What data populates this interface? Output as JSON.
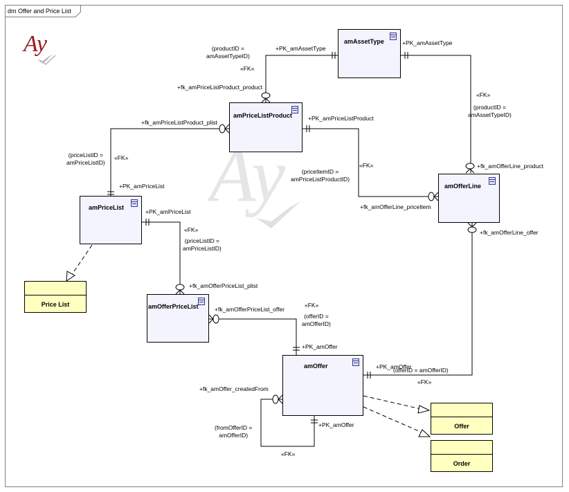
{
  "diagram": {
    "frame_title": "dm Offer and Price List",
    "logo_text": "Ay",
    "entities": {
      "amAssetType": "amAssetType",
      "amPriceListProduct": "amPriceListProduct",
      "amPriceList": "amPriceList",
      "amOfferLine": "amOfferLine",
      "amOfferPriceList": "amOfferPriceList",
      "amOffer": "amOffer"
    },
    "notes": {
      "price_list": "Price List",
      "offer": "Offer",
      "order": "Order"
    },
    "labels": {
      "l1": "(productID =\namAssetTypeID)",
      "l2": "«FK»",
      "l3": "+PK_amAssetType",
      "l4": "+PK_amAssetType",
      "l5": "+fk_amPriceListProduct_product",
      "l6": "«FK»",
      "l7": "(productID =\namAssetTypeID)",
      "l8": "+fk_amPriceListProduct_plist",
      "l9": "+PK_amPriceListProduct",
      "l10": "(priceListID =\namPriceListID)",
      "l11": "«FK»",
      "l12": "+PK_amPriceList",
      "l13": "«FK»",
      "l14": "(priceItemID =\namPriceListProductID)",
      "l15": "+fk_amOfferLine_product",
      "l16": "+PK_amPriceList",
      "l17": "+fk_amOfferLine_priceItem",
      "l18": "«FK»",
      "l19": "(priceListID =\namPriceListID)",
      "l20": "+fk_amOfferLine_offer",
      "l21": "+fk_amOfferPriceList_plist",
      "l22": "«FK»",
      "l23": "+fk_amOfferPriceList_offer",
      "l24": "(offerID =\namOfferID)",
      "l25": "+PK_amOffer",
      "l26": "+PK_amOffer",
      "l27": "(offerID = amOfferID)",
      "l28": "«FK»",
      "l29": "+fk_amOffer_createdFrom",
      "l30": "(fromOfferID =\namOfferID)",
      "l31": "+PK_amOffer",
      "l32": "«FK»"
    }
  }
}
